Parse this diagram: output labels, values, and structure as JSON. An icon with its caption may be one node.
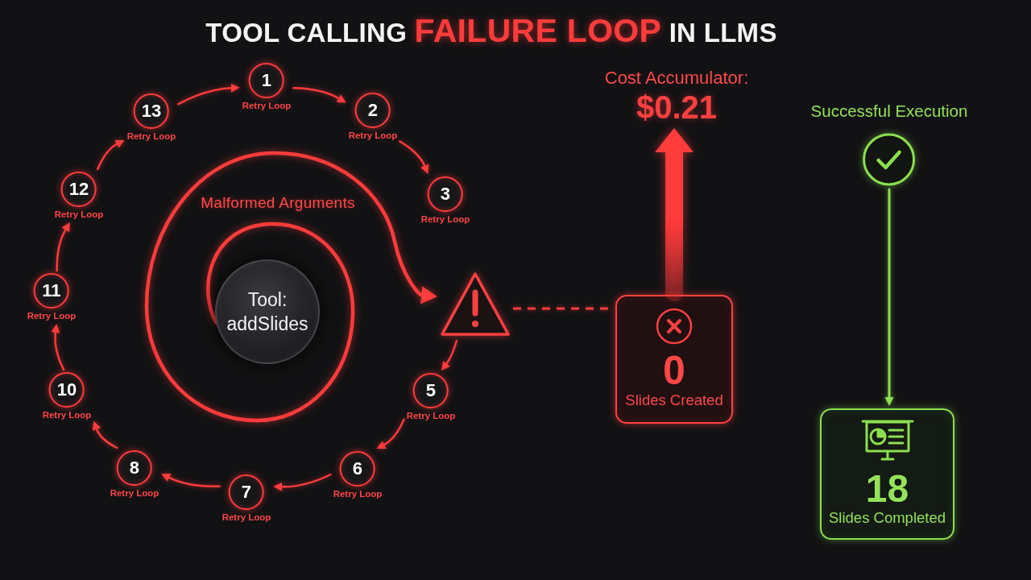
{
  "diagram": {
    "title": "TOOL CALLING **FAILURE LOOP** IN LLMS",
    "nodes": [
      {
        "text": [
          "1"
        ],
        "beside": [
          "Retry Loop"
        ]
      },
      {
        "text": [
          "2"
        ],
        "beside": [
          "Retry Loop"
        ]
      },
      {
        "text": [
          "3"
        ],
        "beside": [
          "Retry Loop"
        ]
      },
      {
        "text": [
          "5"
        ],
        "beside": [
          "Retry Loop"
        ]
      },
      {
        "text": [
          "6"
        ],
        "beside": [
          "Retry Loop"
        ]
      },
      {
        "text": [
          "7"
        ],
        "beside": [
          "Retry Loop"
        ]
      },
      {
        "text": [
          "8"
        ],
        "beside": [
          "Retry Loop"
        ]
      },
      {
        "text": [
          "10"
        ],
        "beside": [
          "Retry Loop"
        ]
      },
      {
        "text": [
          "11"
        ],
        "beside": [
          "Retry Loop"
        ]
      },
      {
        "text": [
          "12"
        ],
        "beside": [
          "Retry Loop"
        ]
      },
      {
        "text": [
          "13"
        ],
        "beside": [
          "Retry Loop"
        ]
      },
      {
        "text": [],
        "shape": "triangle"
      },
      {
        "text": [
          "Tool: addSlides"
        ]
      },
      {
        "text": [
          "Cost Accumulator:",
          "$0.21"
        ]
      },
      {
        "text": [
          "0",
          "Slides Created"
        ]
      },
      {
        "text": [],
        "shape": "circle",
        "beside": [
          "Successful Execution"
        ]
      },
      {
        "text": [
          "18",
          "Slides Completed"
        ]
      }
    ],
    "edges": [
      {
        "from": 0,
        "to": 1,
        "arrow": "to"
      },
      {
        "from": 1,
        "to": 2,
        "arrow": "to"
      },
      {
        "from": 11,
        "to": 3,
        "arrow": "to"
      },
      {
        "from": 3,
        "to": 4,
        "arrow": "to"
      },
      {
        "from": 4,
        "to": 5,
        "arrow": "to"
      },
      {
        "from": 5,
        "to": 6,
        "arrow": "to"
      },
      {
        "from": 6,
        "to": 7,
        "arrow": "to"
      },
      {
        "from": 7,
        "to": 8,
        "arrow": "to"
      },
      {
        "from": 8,
        "to": 9,
        "arrow": "to"
      },
      {
        "from": 9,
        "to": 10,
        "arrow": "to"
      },
      {
        "from": 10,
        "to": 0,
        "arrow": "to"
      },
      {
        "from": 12,
        "to": 11,
        "arrow": "to",
        "label": "Malformed Arguments",
        "style": "thick"
      },
      {
        "from": 11,
        "to": 14,
        "arrow": "none",
        "style": "dashed"
      },
      {
        "from": 14,
        "to": 13,
        "arrow": "to",
        "style": "thick"
      },
      {
        "from": 15,
        "to": 16,
        "arrow": "to",
        "color": "#8be04e"
      }
    ]
  }
}
